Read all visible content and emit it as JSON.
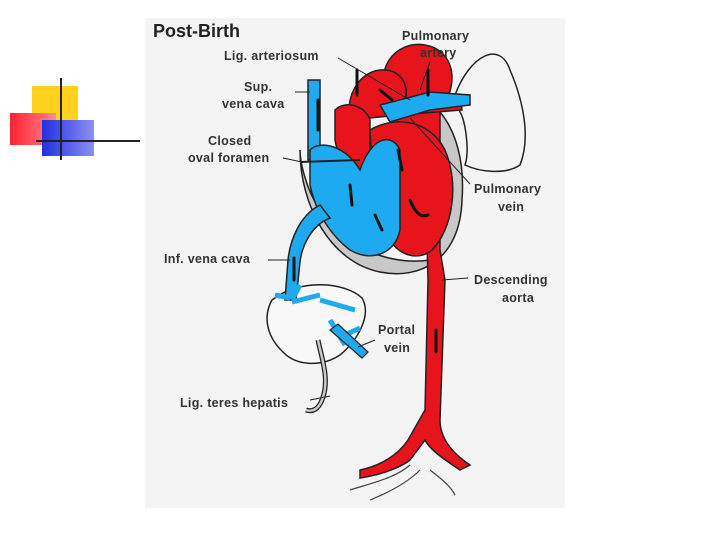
{
  "title": "Post-Birth",
  "labels": {
    "lig_arteriosum": "Lig. arteriosum",
    "pulmonary_artery_1": "Pulmonary",
    "pulmonary_artery_2": "artery",
    "sup_vena_cava_1": "Sup.",
    "sup_vena_cava_2": "vena cava",
    "closed_oval_1": "Closed",
    "closed_oval_2": "oval foramen",
    "pulmonary_vein_1": "Pulmonary",
    "pulmonary_vein_2": "vein",
    "inf_vena_cava": "Inf. vena cava",
    "descending_aorta_1": "Descending",
    "descending_aorta_2": "aorta",
    "portal_vein_1": "Portal",
    "portal_vein_2": "vein",
    "lig_teres": "Lig. teres hepatis"
  },
  "colors": {
    "arterial_red": "#e8141b",
    "venous_blue": "#1eaaf0",
    "outline": "#222222",
    "tissue_gray": "#c8c8c8",
    "deco_yellow": "#ffd21e",
    "deco_red": "#ff3344",
    "deco_blue": "#2a38e0"
  }
}
